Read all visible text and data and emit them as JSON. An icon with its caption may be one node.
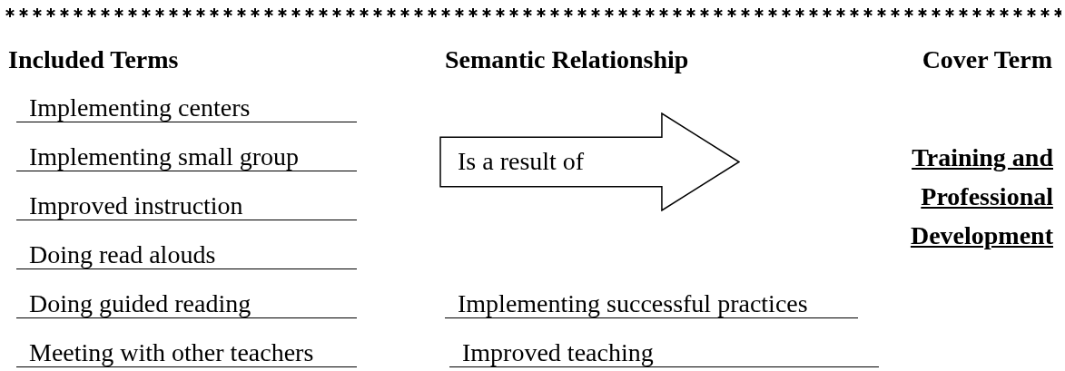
{
  "diagram": {
    "nodes": [
      {
        "text": [
          "Is a result of"
        ]
      }
    ],
    "labels": [
      "Included Terms",
      "Semantic Relationship",
      "Cover Term",
      "Implementing centers",
      "Implementing small group",
      "Training and Professional Development",
      "Improved instruction",
      "Doing read alouds",
      "Doing guided reading",
      "Implementing successful practices",
      "Meeting with other teachers",
      "Improved teaching"
    ]
  }
}
